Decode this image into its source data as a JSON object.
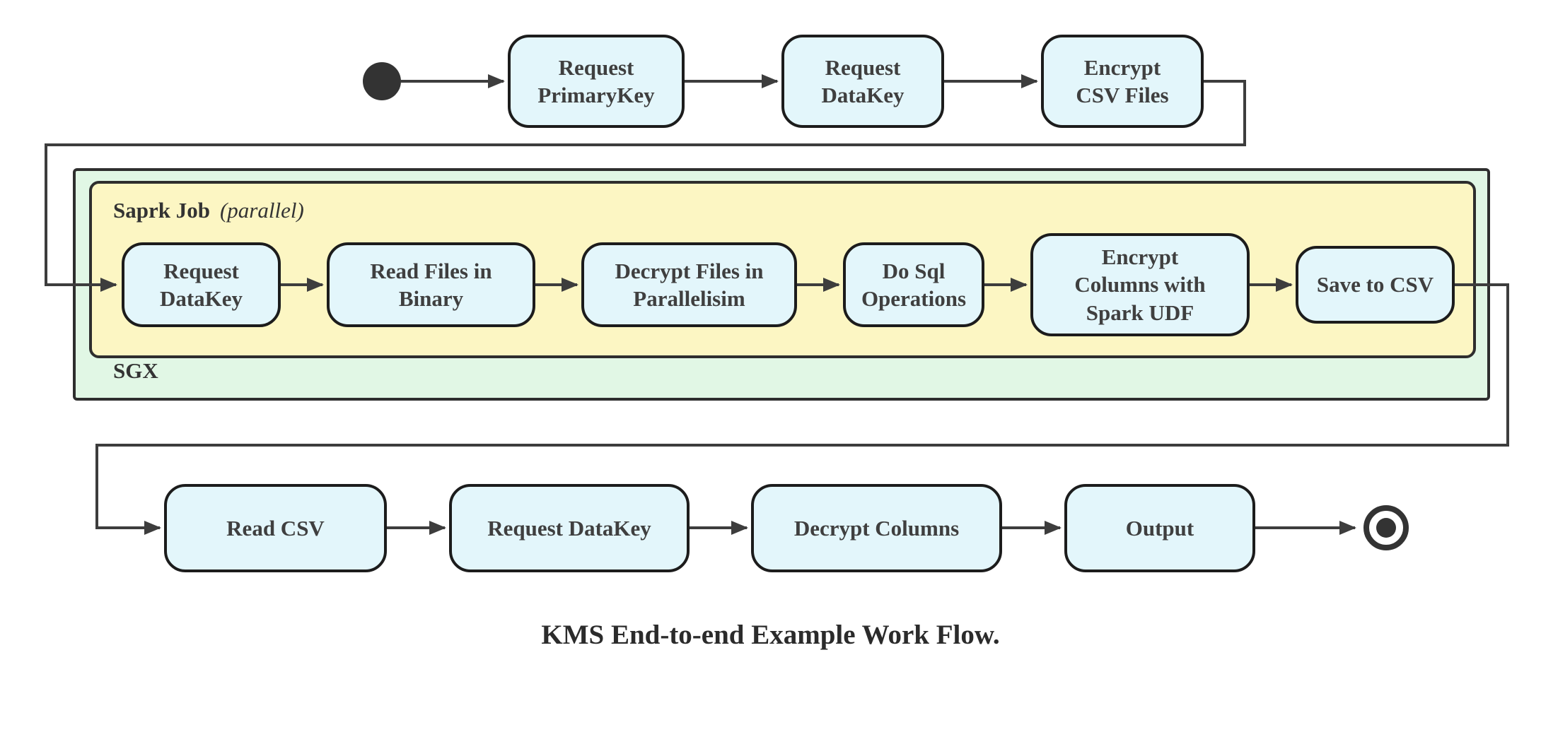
{
  "caption": "KMS End-to-end Example Work Flow.",
  "containers": {
    "sgx_label": "SGX",
    "spark_label": "Saprk Job",
    "spark_annotation": "(parallel)"
  },
  "nodes": {
    "top": [
      {
        "label": "Request\nPrimaryKey"
      },
      {
        "label": "Request\nDataKey"
      },
      {
        "label": "Encrypt\nCSV Files"
      }
    ],
    "spark": [
      {
        "label": "Request\nDataKey"
      },
      {
        "label": "Read Files in\nBinary"
      },
      {
        "label": "Decrypt Files in\nParallelisim"
      },
      {
        "label": "Do Sql\nOperations"
      },
      {
        "label": "Encrypt\nColumns with\nSpark UDF"
      },
      {
        "label": "Save to CSV"
      }
    ],
    "bottom": [
      {
        "label": "Read CSV"
      },
      {
        "label": "Request DataKey"
      },
      {
        "label": "Decrypt Columns"
      },
      {
        "label": "Output"
      }
    ]
  },
  "colors": {
    "node_fill": "#e3f6fb",
    "node_border": "#1c1c1c",
    "spark_container_fill": "#fcf6c3",
    "sgx_container_fill": "#e1f7e5",
    "container_border": "#2e2e2e",
    "edge": "#3d3d3d",
    "label_text": "#3f3f3f"
  }
}
